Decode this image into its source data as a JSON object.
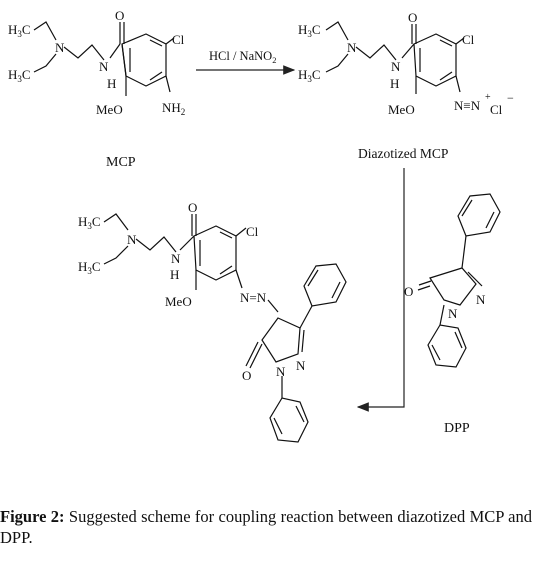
{
  "reagent": "HCl / NaNO",
  "reagent_sub": "2",
  "atoms": {
    "o": "O",
    "n": "N",
    "nh": "N",
    "h": "H",
    "cl": "Cl",
    "meo": "MeO",
    "h3c": "H",
    "h3c_sub": "3",
    "h3c_c": "C",
    "nh2": "NH",
    "nh2_sub": "2",
    "diazo": "N≡N",
    "plus": "+",
    "cl_ion": "Cl",
    "minus": "−",
    "azo": "N=N",
    "ring_n": "N"
  },
  "labels": {
    "mcp": "MCP",
    "diazotized_mcp": "Diazotized MCP",
    "dpp": "DPP"
  },
  "caption": {
    "label": "Figure 2:",
    "text": "Suggested scheme for coupling reaction between diazotized MCP and DPP."
  }
}
